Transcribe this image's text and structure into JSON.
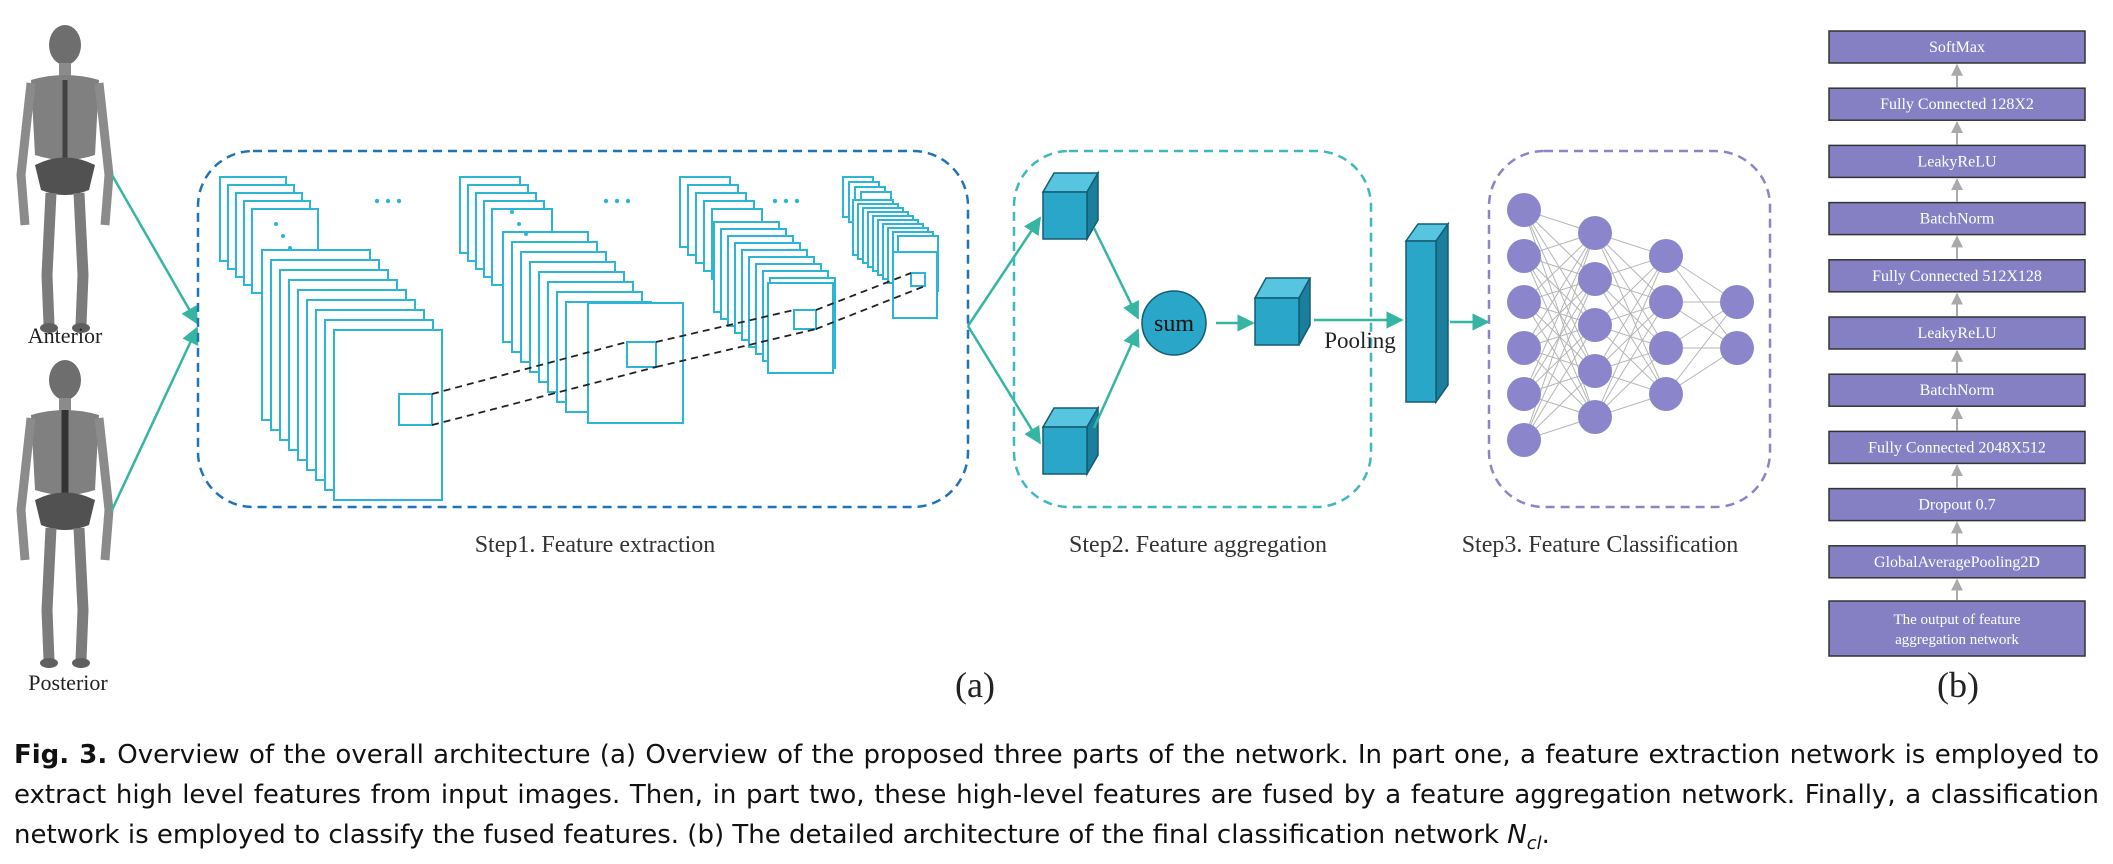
{
  "colors": {
    "extraction_border": "#1f73b7",
    "aggregation_border": "#3fb8bd",
    "classification_border": "#8d84c8",
    "layer_stroke": "#2bb6d6",
    "cube_front": "#2aa6c8",
    "cube_top": "#57c4e0",
    "cube_side": "#1a7f9c",
    "arrow": "#35b5a2",
    "neuron": "#8b86cc",
    "layer_box_fill": "#8580c4",
    "layer_box_stroke": "#333333"
  },
  "left_images": {
    "anterior_label": "Anterior",
    "posterior_label": "Posterior"
  },
  "steps": {
    "step1": "Step1. Feature extraction",
    "step2": "Step2. Feature aggregation",
    "step3": "Step3. Feature Classification"
  },
  "aggregation": {
    "sum_label": "sum",
    "pooling_label": "Pooling"
  },
  "classifier": {
    "layer_counts": [
      6,
      5,
      4,
      2
    ]
  },
  "part_labels": {
    "a": "(a)",
    "b": "(b)"
  },
  "panel_b": {
    "layers": [
      "SoftMax",
      "Fully Connected 128X2",
      "LeakyReLU",
      "BatchNorm",
      "Fully Connected 512X128",
      "LeakyReLU",
      "BatchNorm",
      "Fully Connected 2048X512",
      "Dropout 0.7",
      "GlobalAveragePooling2D"
    ],
    "input_line1": "The output of  feature",
    "input_line2": "aggregation network"
  },
  "caption": {
    "label": "Fig. 3.",
    "text": "Overview of the overall architecture (a) Overview of the proposed three parts of the network. In part one, a feature extraction network is employed to extract high level features from input images. Then, in part two, these high-level features are fused by a feature aggregation network. Finally, a classification network is employed to classify the fused features. (b) The detailed architecture of the final classification network ",
    "symbol": "N",
    "subscript": "cl",
    "end": "."
  }
}
